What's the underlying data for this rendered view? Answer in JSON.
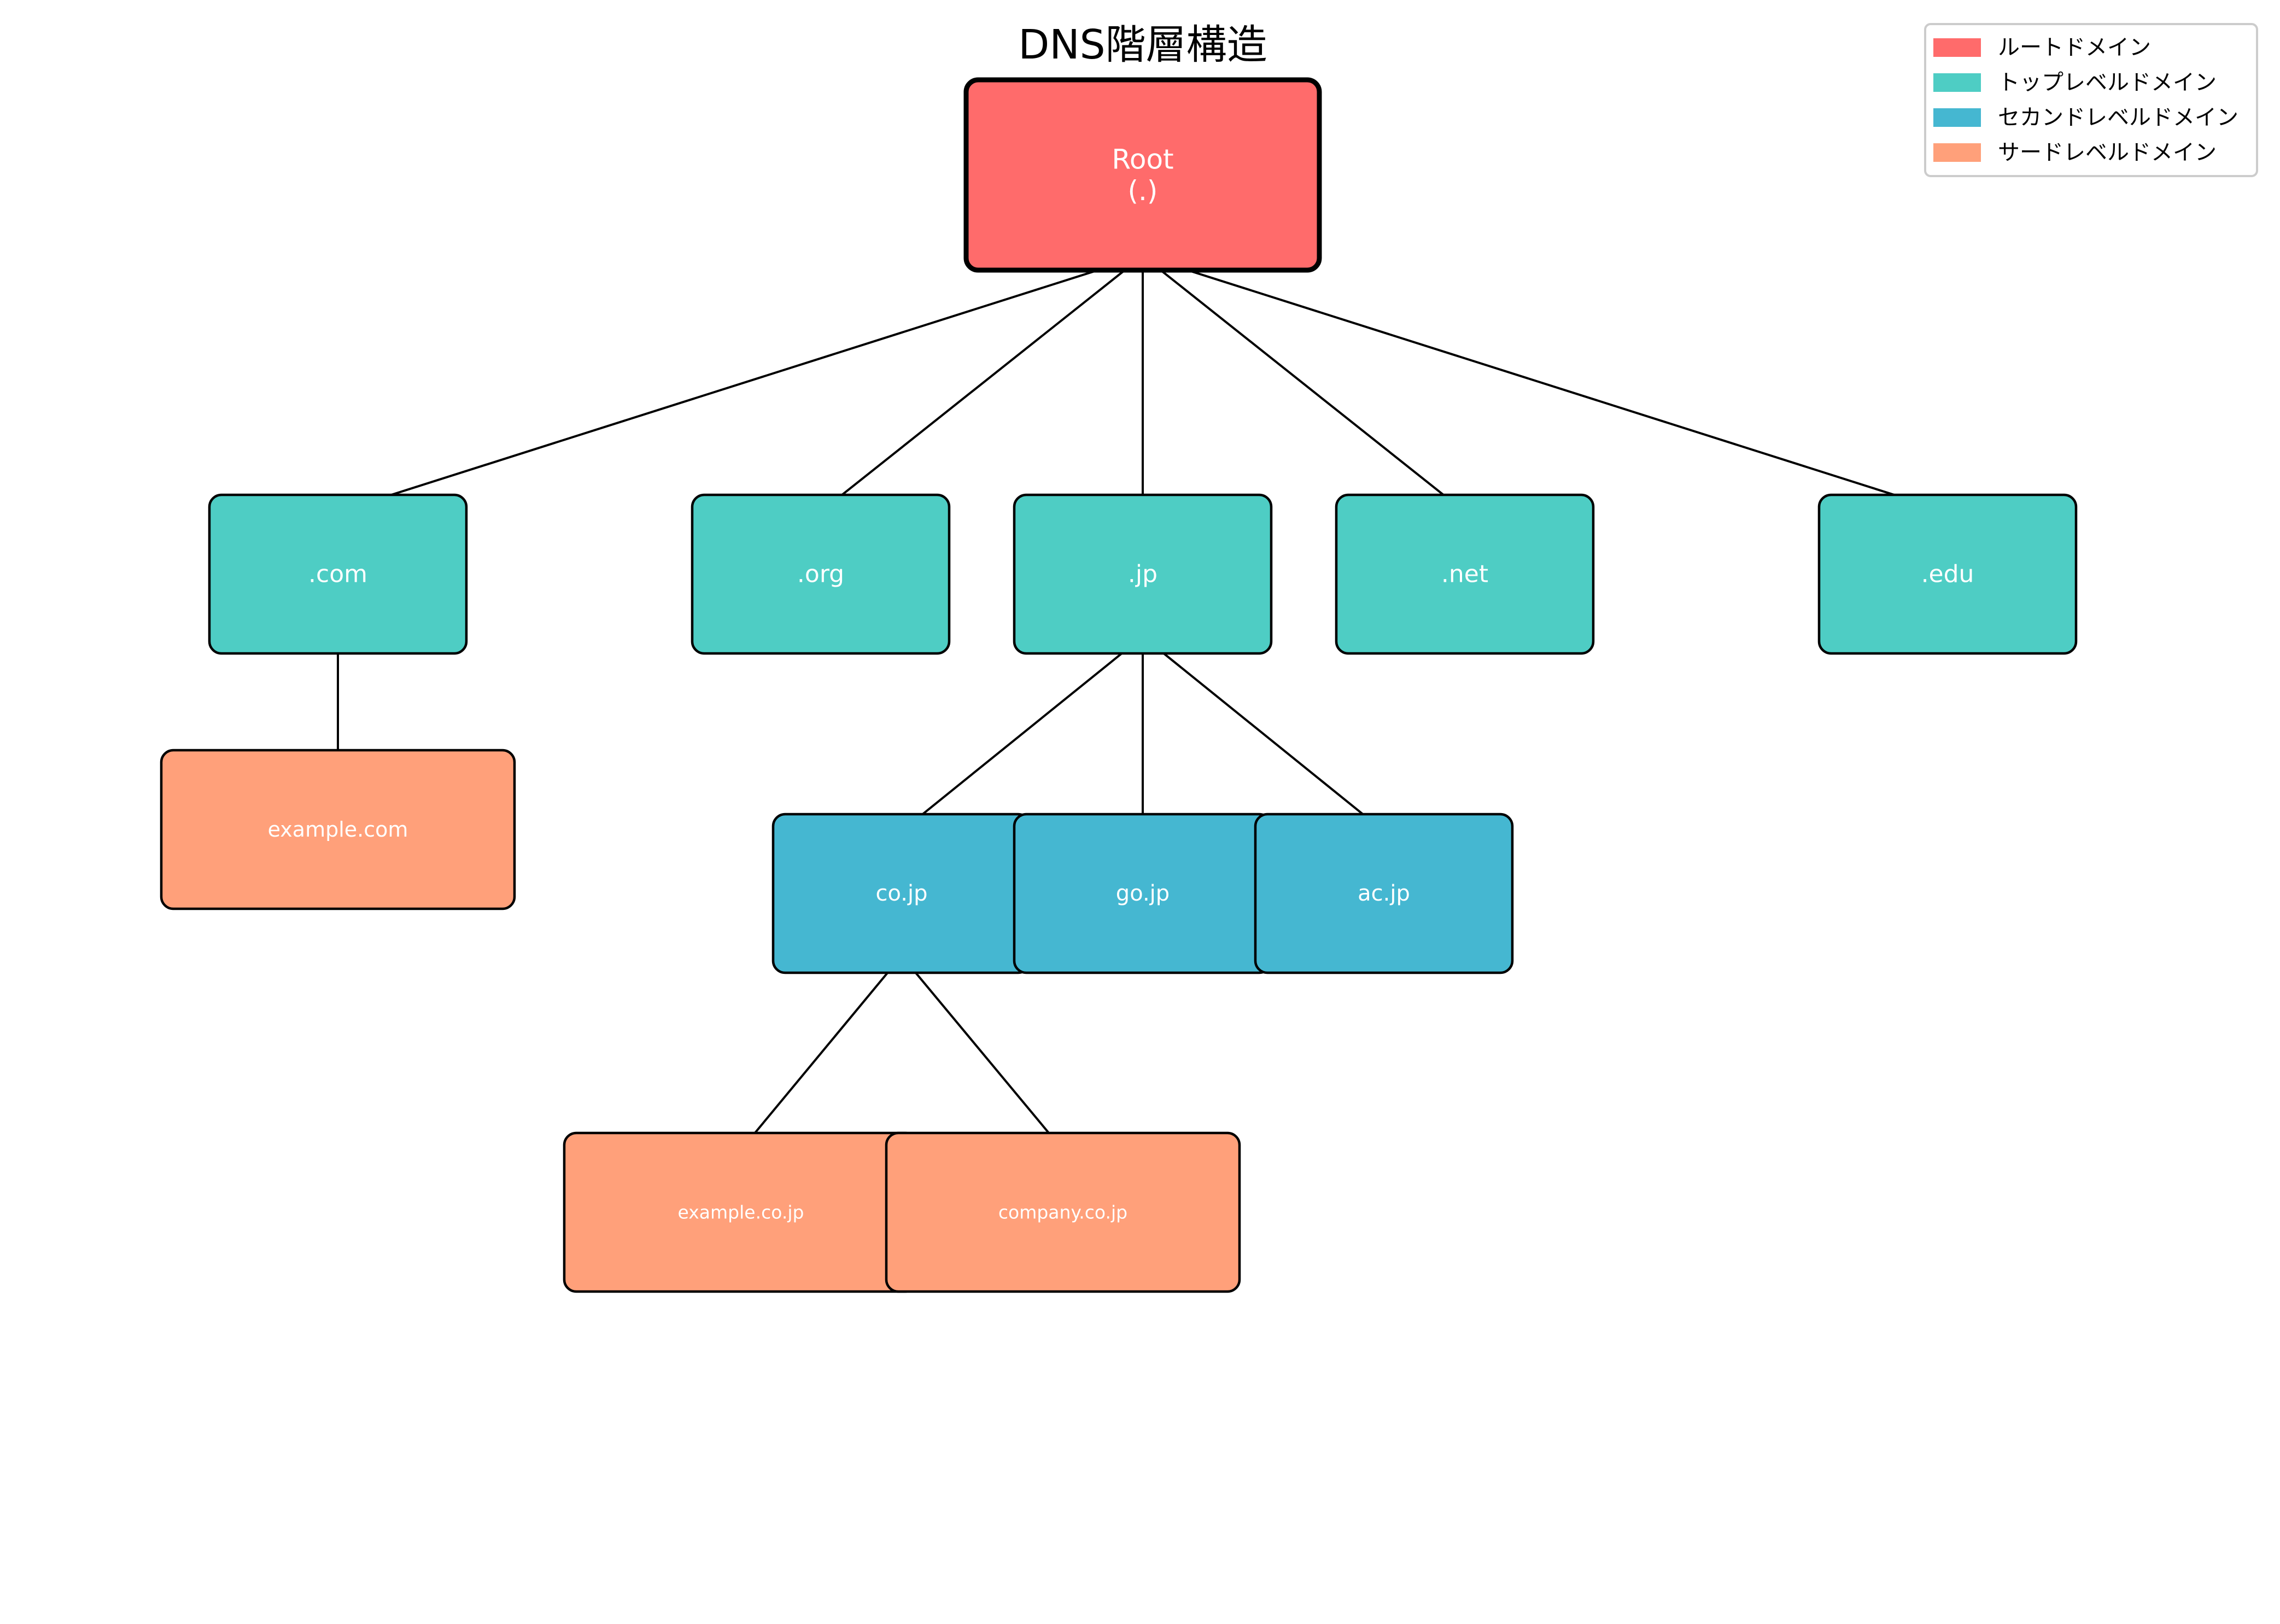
{
  "title": "DNS階層構造",
  "colors": {
    "root": "#FF6B6B",
    "tld": "#4ECDC4",
    "second": "#45B7D1",
    "third": "#FFA07A"
  },
  "legend": [
    {
      "label": "ルートドメイン",
      "level": "root"
    },
    {
      "label": "トップレベルドメイン",
      "level": "tld"
    },
    {
      "label": "セカンドレベルドメイン",
      "level": "second"
    },
    {
      "label": "サードレベルドメイン",
      "level": "third"
    }
  ],
  "nodes": [
    {
      "id": "root",
      "lines": [
        "Root",
        "(.)"
      ],
      "level": "root"
    },
    {
      "id": "com",
      "lines": [
        ".com"
      ],
      "level": "tld"
    },
    {
      "id": "org",
      "lines": [
        ".org"
      ],
      "level": "tld"
    },
    {
      "id": "jp",
      "lines": [
        ".jp"
      ],
      "level": "tld"
    },
    {
      "id": "net",
      "lines": [
        ".net"
      ],
      "level": "tld"
    },
    {
      "id": "edu",
      "lines": [
        ".edu"
      ],
      "level": "tld"
    },
    {
      "id": "example-com",
      "lines": [
        "example.com"
      ],
      "level": "third"
    },
    {
      "id": "co-jp",
      "lines": [
        "co.jp"
      ],
      "level": "second"
    },
    {
      "id": "go-jp",
      "lines": [
        "go.jp"
      ],
      "level": "second"
    },
    {
      "id": "ac-jp",
      "lines": [
        "ac.jp"
      ],
      "level": "second"
    },
    {
      "id": "example-co-jp",
      "lines": [
        "example.co.jp"
      ],
      "level": "third"
    },
    {
      "id": "company-co-jp",
      "lines": [
        "company.co.jp"
      ],
      "level": "third"
    }
  ],
  "edges": [
    [
      "root",
      "com"
    ],
    [
      "root",
      "org"
    ],
    [
      "root",
      "jp"
    ],
    [
      "root",
      "net"
    ],
    [
      "root",
      "edu"
    ],
    [
      "com",
      "example-com"
    ],
    [
      "jp",
      "co-jp"
    ],
    [
      "jp",
      "go-jp"
    ],
    [
      "jp",
      "ac-jp"
    ],
    [
      "co-jp",
      "example-co-jp"
    ],
    [
      "co-jp",
      "company-co-jp"
    ]
  ]
}
